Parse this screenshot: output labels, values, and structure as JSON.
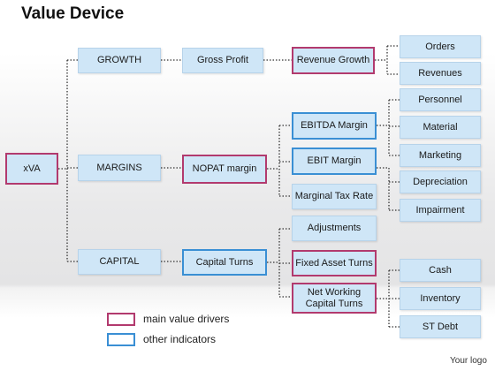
{
  "title": "Value Device",
  "logo": "Your logo",
  "nodes": {
    "xva": "xVA",
    "growth": "GROWTH",
    "margins": "MARGINS",
    "capital": "CAPITAL",
    "gross_profit": "Gross Profit",
    "nopat_margin": "NOPAT margin",
    "capital_turns": "Capital Turns",
    "revenue_growth": "Revenue Growth",
    "ebitda_margin": "EBITDA Margin",
    "ebit_margin": "EBIT Margin",
    "marginal_tax_rate": "Marginal Tax Rate",
    "adjustments": "Adjustments",
    "fixed_asset_turns": "Fixed Asset Turns",
    "net_working_capital_turns": "Net Working Capital Turns",
    "orders": "Orders",
    "revenues": "Revenues",
    "personnel": "Personnel",
    "material": "Material",
    "marketing": "Marketing",
    "depreciation": "Depreciation",
    "impairment": "Impairment",
    "cash": "Cash",
    "inventory": "Inventory",
    "st_debt": "ST Debt"
  },
  "legend": {
    "main_label": "main value drivers",
    "other_label": "other indicators"
  },
  "colors": {
    "main_border": "#b23a6e",
    "other_border": "#3a8fd4",
    "box_fill": "#cfe6f7"
  }
}
